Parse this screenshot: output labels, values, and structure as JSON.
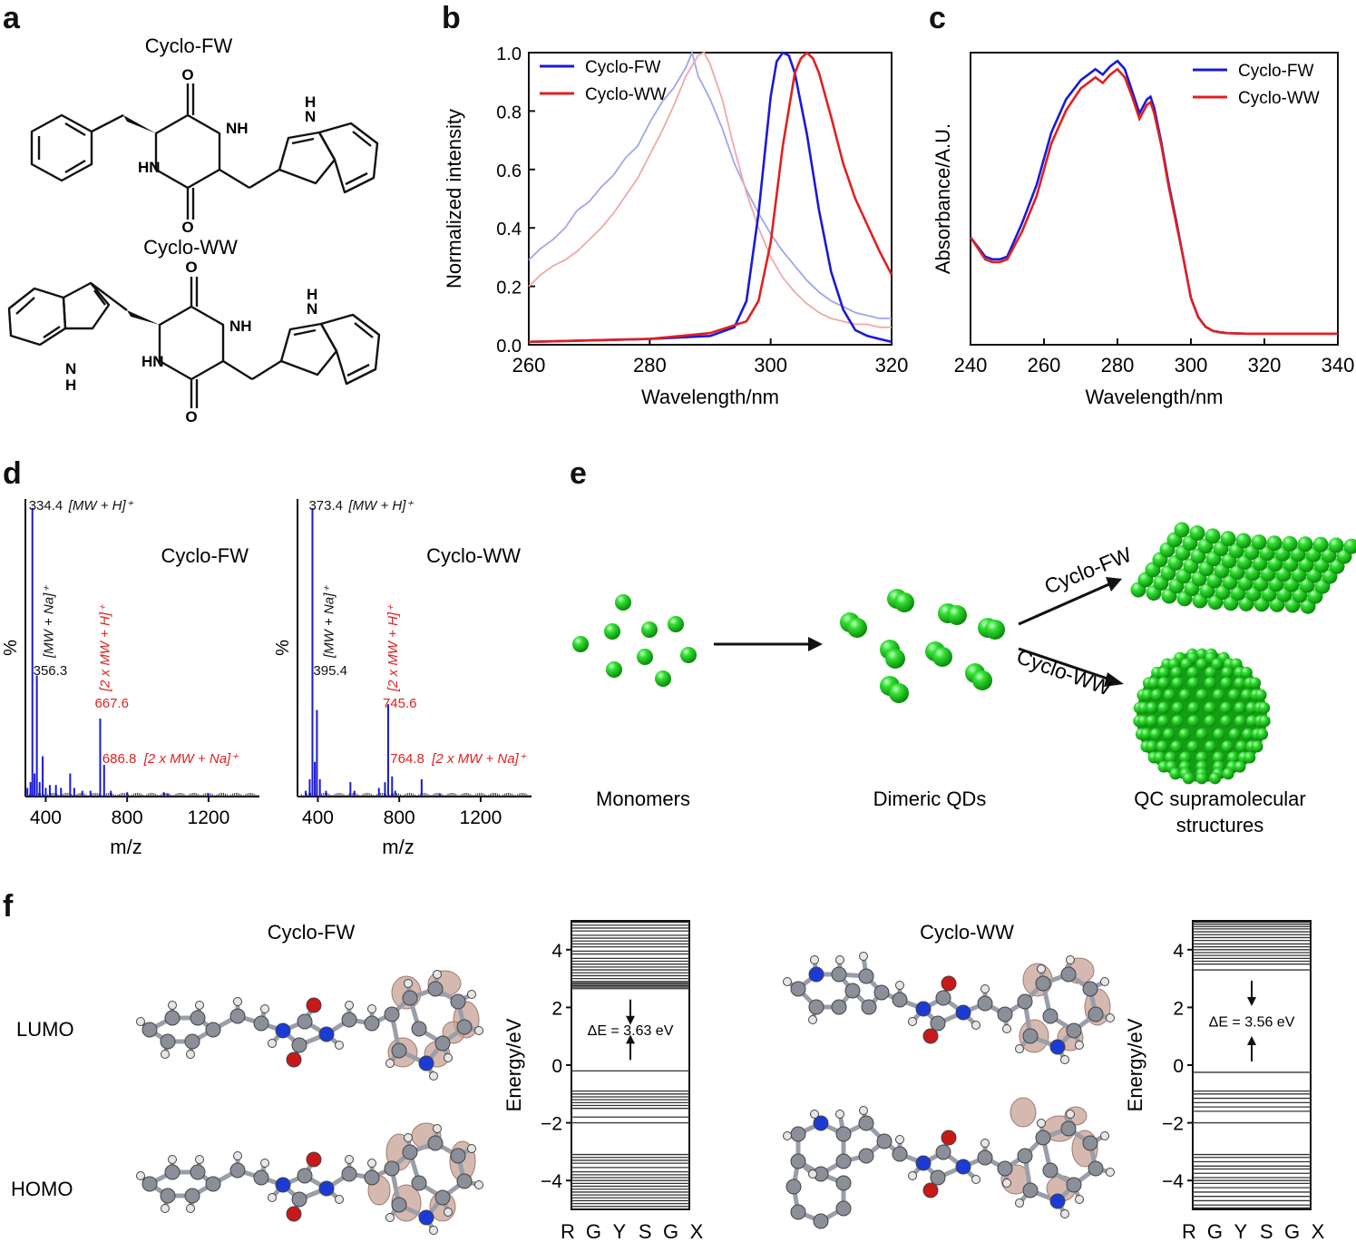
{
  "panels": {
    "a": "a",
    "b": "b",
    "c": "c",
    "d": "d",
    "e": "e",
    "f": "f"
  },
  "structures": {
    "fw_name": "Cyclo-FW",
    "ww_name": "Cyclo-WW",
    "atoms": {
      "O": "O",
      "NH": "NH",
      "HN": "HN",
      "H": "H",
      "N": "N"
    }
  },
  "chart_data": [
    {
      "id": "b",
      "type": "line",
      "xlabel": "Wavelength/nm",
      "ylabel": "Normalized intensity",
      "xlim": [
        260,
        320
      ],
      "ylim": [
        0,
        1.0
      ],
      "xticks": [
        260,
        280,
        300,
        320
      ],
      "yticks": [
        0.0,
        0.2,
        0.4,
        0.6,
        0.8,
        1.0
      ],
      "legend_position": "top-left",
      "series": [
        {
          "name": "Cyclo-FW",
          "color": "#1a1ad6",
          "role": "emission",
          "x": [
            260,
            270,
            280,
            290,
            294,
            296,
            298,
            300,
            301,
            302,
            303,
            304,
            306,
            308,
            310,
            312,
            314,
            316,
            318,
            320
          ],
          "y": [
            0.01,
            0.015,
            0.02,
            0.03,
            0.06,
            0.15,
            0.45,
            0.85,
            0.97,
            1.0,
            0.99,
            0.93,
            0.72,
            0.46,
            0.25,
            0.12,
            0.05,
            0.03,
            0.02,
            0.01
          ]
        },
        {
          "name": "Cyclo-WW",
          "color": "#e02020",
          "role": "emission",
          "x": [
            260,
            270,
            280,
            290,
            296,
            298,
            300,
            302,
            304,
            305,
            306,
            307,
            308,
            310,
            312,
            314,
            316,
            318,
            320
          ],
          "y": [
            0.01,
            0.015,
            0.02,
            0.04,
            0.08,
            0.15,
            0.35,
            0.68,
            0.93,
            0.98,
            1.0,
            0.98,
            0.93,
            0.78,
            0.62,
            0.5,
            0.41,
            0.32,
            0.24
          ]
        },
        {
          "name": "",
          "color": "#9fa6ea",
          "role": "excitation",
          "x": [
            260,
            262,
            264,
            266,
            268,
            270,
            272,
            274,
            276,
            278,
            280,
            282,
            284,
            286,
            287,
            288,
            290,
            292,
            294,
            296,
            298,
            300,
            302,
            304,
            306,
            308,
            310,
            312,
            314,
            316,
            318,
            320
          ],
          "y": [
            0.29,
            0.33,
            0.36,
            0.4,
            0.46,
            0.49,
            0.54,
            0.58,
            0.64,
            0.68,
            0.76,
            0.83,
            0.88,
            0.95,
            1.0,
            0.92,
            0.84,
            0.74,
            0.62,
            0.53,
            0.45,
            0.38,
            0.32,
            0.27,
            0.22,
            0.18,
            0.15,
            0.13,
            0.11,
            0.1,
            0.09,
            0.09
          ]
        },
        {
          "name": "",
          "color": "#f0a8a8",
          "role": "excitation",
          "x": [
            260,
            262,
            264,
            266,
            268,
            270,
            272,
            274,
            276,
            278,
            280,
            282,
            284,
            286,
            288,
            289,
            290,
            292,
            294,
            296,
            298,
            300,
            302,
            304,
            306,
            308,
            310,
            312,
            314,
            316,
            318,
            320
          ],
          "y": [
            0.2,
            0.24,
            0.27,
            0.29,
            0.32,
            0.36,
            0.4,
            0.45,
            0.51,
            0.57,
            0.65,
            0.73,
            0.82,
            0.92,
            0.99,
            1.0,
            0.96,
            0.84,
            0.67,
            0.52,
            0.4,
            0.3,
            0.23,
            0.18,
            0.14,
            0.11,
            0.09,
            0.08,
            0.07,
            0.07,
            0.06,
            0.06
          ]
        }
      ]
    },
    {
      "id": "c",
      "type": "line",
      "xlabel": "Wavelength/nm",
      "ylabel": "Absorbance/A.U.",
      "xlim": [
        240,
        340
      ],
      "xticks": [
        240,
        260,
        280,
        300,
        320,
        340
      ],
      "legend_position": "top-right",
      "series": [
        {
          "name": "Cyclo-FW",
          "color": "#1a1ad6",
          "x": [
            240,
            244,
            246,
            248,
            250,
            254,
            258,
            262,
            266,
            270,
            274,
            276,
            278,
            280,
            282,
            284,
            286,
            288,
            289,
            290,
            292,
            294,
            296,
            298,
            300,
            302,
            304,
            306,
            308,
            310,
            315,
            320,
            330,
            340
          ],
          "y": [
            0.36,
            0.29,
            0.28,
            0.28,
            0.29,
            0.41,
            0.55,
            0.74,
            0.86,
            0.93,
            0.97,
            0.95,
            0.98,
            1.0,
            0.97,
            0.89,
            0.81,
            0.86,
            0.87,
            0.83,
            0.7,
            0.55,
            0.42,
            0.28,
            0.14,
            0.07,
            0.035,
            0.02,
            0.015,
            0.012,
            0.01,
            0.01,
            0.01,
            0.01
          ]
        },
        {
          "name": "Cyclo-WW",
          "color": "#e02020",
          "x": [
            240,
            244,
            246,
            248,
            250,
            254,
            258,
            262,
            266,
            270,
            274,
            276,
            278,
            280,
            282,
            284,
            286,
            288,
            289,
            290,
            292,
            294,
            296,
            298,
            300,
            302,
            304,
            306,
            308,
            310,
            315,
            320,
            330,
            340
          ],
          "y": [
            0.36,
            0.28,
            0.27,
            0.27,
            0.28,
            0.38,
            0.51,
            0.7,
            0.82,
            0.9,
            0.94,
            0.92,
            0.95,
            0.97,
            0.94,
            0.87,
            0.79,
            0.84,
            0.85,
            0.81,
            0.69,
            0.54,
            0.41,
            0.28,
            0.14,
            0.07,
            0.035,
            0.02,
            0.015,
            0.012,
            0.01,
            0.01,
            0.01,
            0.01
          ]
        }
      ]
    },
    {
      "id": "d-fw",
      "type": "bar",
      "title": "Cyclo-FW",
      "xlabel": "m/z",
      "ylabel": "%",
      "xlim": [
        300,
        1450
      ],
      "xticks": [
        400,
        800,
        1200
      ],
      "peaks_mz": [
        310,
        325,
        334.4,
        345,
        356.3,
        370,
        385,
        400,
        420,
        450,
        475,
        520,
        540,
        580,
        620,
        667.6,
        686.8,
        720,
        800,
        980,
        1000,
        1200
      ],
      "peaks_rel": [
        3,
        5,
        100,
        8,
        42,
        5,
        14,
        3,
        4,
        4,
        3,
        8,
        3,
        2,
        2,
        27,
        11,
        2,
        1.5,
        1.5,
        1,
        1
      ],
      "labels": [
        {
          "mz": "334.4",
          "ion": "[MW + H]⁺",
          "color": "#111"
        },
        {
          "mz": "356.3",
          "ion": "[MW + Na]⁺",
          "color": "#111"
        },
        {
          "mz": "667.6",
          "ion": "[2 x MW + H]⁺",
          "color": "#e02020"
        },
        {
          "mz": "686.8",
          "ion": "[2 x MW + Na]⁺",
          "color": "#e02020"
        }
      ]
    },
    {
      "id": "d-ww",
      "type": "bar",
      "title": "Cyclo-WW",
      "xlabel": "m/z",
      "ylabel": "%",
      "xlim": [
        300,
        1450
      ],
      "xticks": [
        400,
        800,
        1200
      ],
      "peaks_mz": [
        340,
        360,
        373.4,
        385,
        395.4,
        410,
        440,
        560,
        580,
        700,
        730,
        745.6,
        764.8,
        780,
        910,
        1000
      ],
      "peaks_rel": [
        2,
        6,
        100,
        12,
        30,
        6,
        2,
        5,
        2,
        3,
        5,
        32,
        7,
        2,
        6,
        1
      ],
      "labels": [
        {
          "mz": "373.4",
          "ion": "[MW + H]⁺",
          "color": "#111"
        },
        {
          "mz": "395.4",
          "ion": "[MW + Na]⁺",
          "color": "#111"
        },
        {
          "mz": "745.6",
          "ion": "[2 x MW + H]⁺",
          "color": "#e02020"
        },
        {
          "mz": "764.8",
          "ion": "[2 x MW + Na]⁺",
          "color": "#e02020"
        }
      ]
    },
    {
      "id": "f-fw",
      "type": "band-structure",
      "ylabel": "Energy/eV",
      "ylim": [
        -5,
        5
      ],
      "yticks": [
        4,
        2,
        0,
        -2,
        -4
      ],
      "kpoints": [
        "R",
        "G",
        "Y",
        "S",
        "G",
        "X"
      ],
      "gap_label": "ΔE = 3.63 eV",
      "levels": [
        4.95,
        4.85,
        4.75,
        4.65,
        4.5,
        4.4,
        4.3,
        4.2,
        4.1,
        3.95,
        3.85,
        3.7,
        3.6,
        3.5,
        3.4,
        3.3,
        3.2,
        3.1,
        3.0,
        2.9,
        2.85,
        2.8,
        2.75,
        2.7,
        2.65,
        -0.2,
        -0.9,
        -1.0,
        -1.1,
        -1.2,
        -1.3,
        -1.4,
        -1.5,
        -1.8,
        -2.0,
        -3.1,
        -3.2,
        -3.3,
        -3.4,
        -3.55,
        -3.7,
        -3.8,
        -3.9,
        -4.0,
        -4.1,
        -4.2,
        -4.3,
        -4.4,
        -4.5,
        -4.6,
        -4.7,
        -4.8,
        -4.9
      ]
    },
    {
      "id": "f-ww",
      "type": "band-structure",
      "ylabel": "Energy/eV",
      "ylim": [
        -5,
        5
      ],
      "yticks": [
        4,
        2,
        0,
        -2,
        -4
      ],
      "kpoints": [
        "R",
        "G",
        "Y",
        "S",
        "G",
        "X"
      ],
      "gap_label": "ΔE = 3.56 eV",
      "levels": [
        4.95,
        4.88,
        4.8,
        4.72,
        4.62,
        4.52,
        4.42,
        4.32,
        4.2,
        4.1,
        4.0,
        3.9,
        3.8,
        3.7,
        3.6,
        3.5,
        3.3,
        -0.25,
        -0.9,
        -1.0,
        -1.15,
        -1.3,
        -1.45,
        -1.6,
        -2.0,
        -3.1,
        -3.2,
        -3.35,
        -3.5,
        -3.6,
        -3.75,
        -3.9,
        -4.0,
        -4.1,
        -4.25,
        -4.4,
        -4.55,
        -4.7,
        -4.85,
        -4.95
      ]
    }
  ],
  "panel_e": {
    "monomers": "Monomers",
    "dimers": "Dimeric QDs",
    "qc_line1": "QC supramolecular",
    "qc_line2": "structures",
    "arrow_fw": "Cyclo-FW",
    "arrow_ww": "Cyclo-WW",
    "sphere_color": "#22dd22"
  },
  "panel_f": {
    "fw_title": "Cyclo-FW",
    "ww_title": "Cyclo-WW",
    "lumo": "LUMO",
    "homo": "HOMO",
    "atom_colors": {
      "carbon": "#8a8f9a",
      "nitrogen": "#1a3bd6",
      "oxygen": "#c81818",
      "hydrogen": "#e6e6e6",
      "orbital": "#c7a195"
    }
  }
}
